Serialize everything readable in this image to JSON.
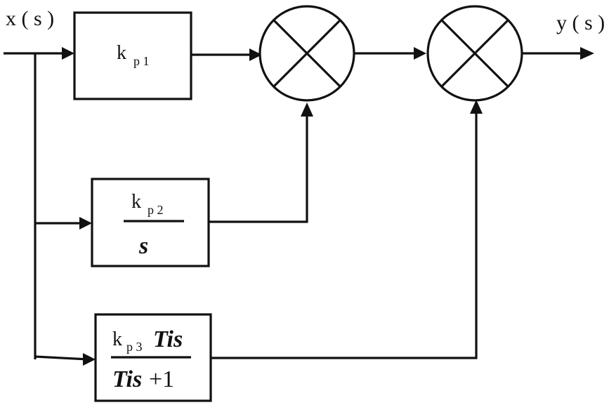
{
  "input_label": "x ( s )",
  "output_label": "y ( s )",
  "block1": {
    "gain": "k",
    "subscript": "p 1"
  },
  "block2": {
    "num_gain": "k",
    "num_subscript": "p 2",
    "denominator": "s"
  },
  "block3": {
    "num_gain": "k",
    "num_subscript": "p 3",
    "num_term": "Tis",
    "den_term": "Tis",
    "den_suffix": "+1"
  },
  "junction_symbol": "multiplication-cross",
  "colors": {
    "line": "#111111",
    "background": "#ffffff"
  }
}
